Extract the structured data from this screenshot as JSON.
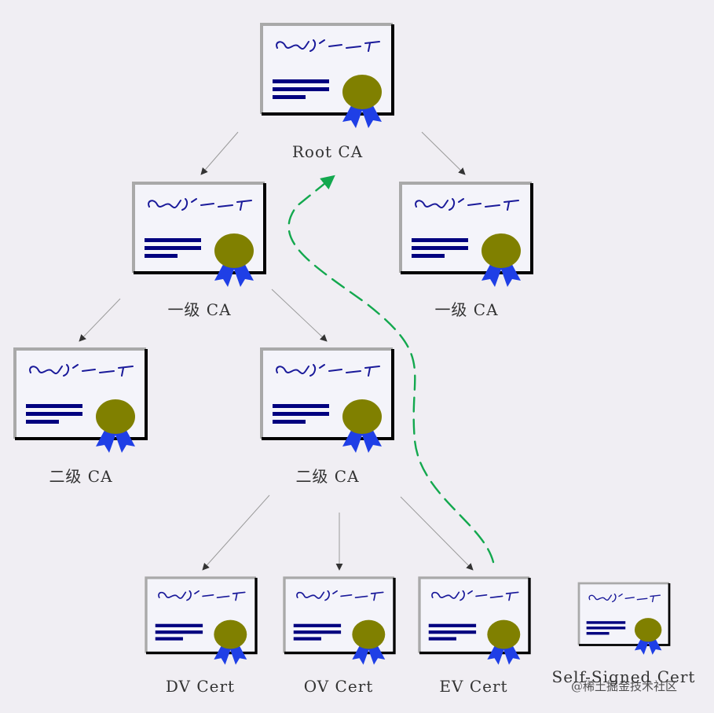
{
  "colors": {
    "background": "#f0eef3",
    "card_fill": "#f4f4fa",
    "card_border_light": "#a9a9a9",
    "card_border_dark": "#000000",
    "script": "#1a1a9a",
    "lines": "#00007f",
    "seal": "#808000",
    "ribbon": "#1f3fe6",
    "arrow": "#444444",
    "trust_path": "#13a84e"
  },
  "nodes": [
    {
      "id": "root",
      "label": "Root CA"
    },
    {
      "id": "l1a",
      "label": "一级 CA"
    },
    {
      "id": "l1b",
      "label": "一级 CA"
    },
    {
      "id": "l2a",
      "label": "二级 CA"
    },
    {
      "id": "l2b",
      "label": "二级 CA"
    },
    {
      "id": "dv",
      "label": "DV Cert"
    },
    {
      "id": "ov",
      "label": "OV Cert"
    },
    {
      "id": "ev",
      "label": "EV Cert"
    },
    {
      "id": "self",
      "label": "Self-Signed Cert"
    }
  ],
  "edges": [
    {
      "from": "root",
      "to": "l1a"
    },
    {
      "from": "root",
      "to": "l1b"
    },
    {
      "from": "l1a",
      "to": "l2a"
    },
    {
      "from": "l1a",
      "to": "l2b"
    },
    {
      "from": "l2b",
      "to": "dv"
    },
    {
      "from": "l2b",
      "to": "ov"
    },
    {
      "from": "l2b",
      "to": "ev"
    }
  ],
  "trust_path": {
    "from": "ev",
    "to": "root",
    "style": "dashed"
  },
  "watermark": "@稀土掘金技术社区"
}
